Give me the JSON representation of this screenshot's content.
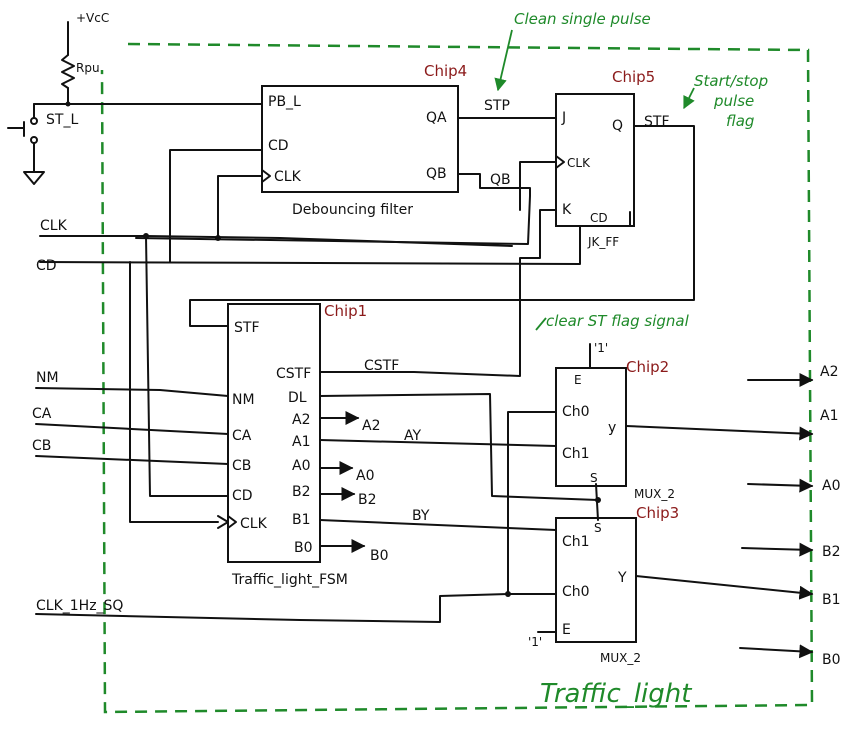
{
  "power": {
    "vcc": "+VcC",
    "rpu": "Rpu",
    "st_l": "ST_L"
  },
  "chips": {
    "chip4": "Chip4",
    "chip5": "Chip5",
    "chip1": "Chip1",
    "chip2": "Chip2",
    "chip3": "Chip3"
  },
  "debounce": {
    "name": "Debouncing filter",
    "pins": {
      "pb_l": "PB_L",
      "cd": "CD",
      "clk": "CLK",
      "qa": "QA",
      "qb": "QB"
    }
  },
  "jkff": {
    "name": "JK_FF",
    "pins": {
      "j": "J",
      "q": "Q",
      "clk": "CLK",
      "k": "K",
      "cd": "CD"
    }
  },
  "fsm": {
    "name": "Traffic_light_FSM",
    "inputs": {
      "stf": "STF",
      "nm": "NM",
      "ca": "CA",
      "cb": "CB",
      "cd": "CD",
      "clk": "CLK"
    },
    "outputs": {
      "cstf": "CSTF",
      "dl": "DL",
      "a2": "A2",
      "a1": "A1",
      "a0": "A0",
      "b2": "B2",
      "b1": "B1",
      "b0": "B0"
    }
  },
  "mux_top": {
    "name": "MUX_2",
    "pins": {
      "e": "E",
      "ch0": "Ch0",
      "ch1": "Ch1",
      "y": "y",
      "s": "S"
    },
    "enable_value": "'1'"
  },
  "mux_bot": {
    "name": "MUX_2",
    "pins": {
      "s": "S",
      "ch1": "Ch1",
      "ch0": "Ch0",
      "y": "Y",
      "e": "E"
    },
    "enable_value": "'1'"
  },
  "signals": {
    "stp": "STP",
    "qb": "QB",
    "stf": "STF",
    "clk": "CLK",
    "cd": "CD",
    "nm": "NM",
    "ca": "CA",
    "cb": "CB",
    "cstf": "CSTF",
    "ay": "AY",
    "by": "BY",
    "clk_1hz": "CLK_1Hz_SQ",
    "a2": "A2",
    "a1": "A1",
    "a0": "A0",
    "b2": "B2",
    "b1": "B1",
    "b0": "B0",
    "out_a2": "A2",
    "out_a1": "A1",
    "out_a0": "A0",
    "out_b2": "B2",
    "out_b1": "B1",
    "out_b0": "B0"
  },
  "annotations": {
    "clean_pulse": "Clean single pulse",
    "start_stop_1": "Start/stop",
    "start_stop_2": "pulse",
    "start_stop_3": "flag",
    "clear_st": "clear ST flag signal",
    "title": "Traffic_light"
  },
  "colors": {
    "ink": "#111111",
    "chip_label": "#8b1a1a",
    "annotation": "#1f8a2a"
  }
}
